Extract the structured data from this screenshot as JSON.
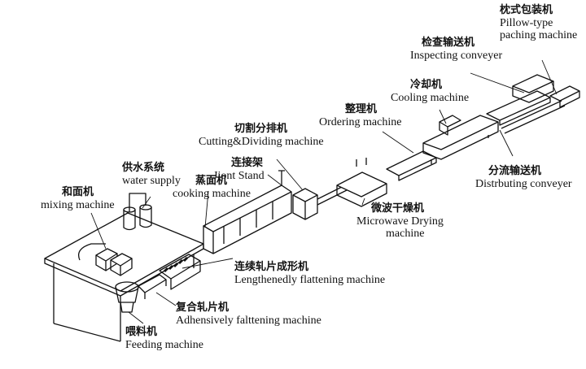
{
  "labels": {
    "pillow": {
      "zh": "枕式包装机",
      "en1": "Pillow-type",
      "en2": "paching machine"
    },
    "inspect": {
      "zh": "检查输送机",
      "en": "Inspecting conveyer"
    },
    "cooling": {
      "zh": "冷却机",
      "en": "Cooling machine"
    },
    "ordering": {
      "zh": "整理机",
      "en": "Ordering machine"
    },
    "cutting": {
      "zh": "切割分排机",
      "en": "Cutting&Dividing machine"
    },
    "joint": {
      "zh": "连接架",
      "en": "Jiont Stand"
    },
    "water": {
      "zh": "供水系统",
      "en": "water supply"
    },
    "mixing": {
      "zh": "和面机",
      "en": "mixing machine"
    },
    "cooking": {
      "zh": "蒸面机",
      "en": "cooking machine"
    },
    "microwave": {
      "zh": "微波干燥机",
      "en1": "Microwave Drying",
      "en2": "machine"
    },
    "distributing": {
      "zh": "分流输送机",
      "en": "Distrbuting conveyer"
    },
    "lengthen": {
      "zh": "连续轧片成形机",
      "en": "Lengthenedly flattening machine"
    },
    "adhesive": {
      "zh": "复合轧片机",
      "en": "Adhensively falttening machine"
    },
    "feeding": {
      "zh": "喂料机",
      "en": "Feeding machine"
    }
  }
}
